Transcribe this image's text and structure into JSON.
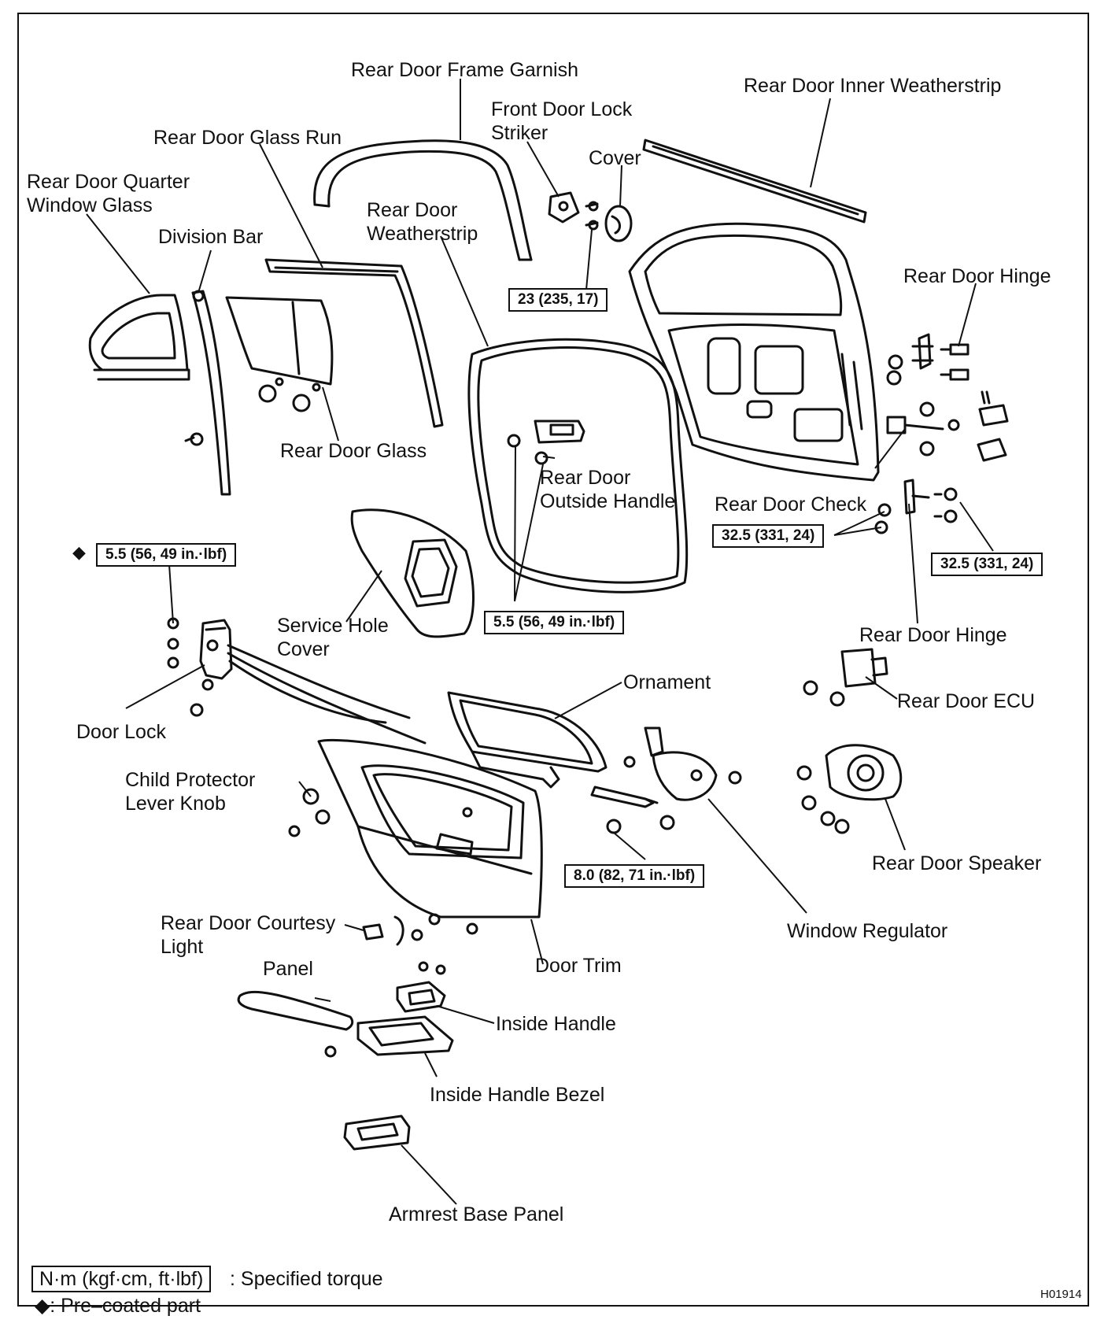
{
  "labels": {
    "frame_garnish": "Rear Door Frame Garnish",
    "inner_weatherstrip": "Rear Door Inner Weatherstrip",
    "front_door_lock_striker_l1": "Front Door Lock",
    "front_door_lock_striker_l2": "Striker",
    "cover": "Cover",
    "glass_run": "Rear Door Glass Run",
    "quarter_glass_l1": "Rear Door Quarter",
    "quarter_glass_l2": "Window Glass",
    "weatherstrip_l1": "Rear Door",
    "weatherstrip_l2": "Weatherstrip",
    "division_bar": "Division Bar",
    "hinge_upper": "Rear Door Hinge",
    "rear_door_glass": "Rear Door Glass",
    "outside_handle_l1": "Rear Door",
    "outside_handle_l2": "Outside Handle",
    "door_check": "Rear Door Check",
    "service_hole_l1": "Service Hole",
    "service_hole_l2": "Cover",
    "hinge_lower": "Rear Door Hinge",
    "door_lock": "Door Lock",
    "ornament": "Ornament",
    "ecu": "Rear Door ECU",
    "child_protector_l1": "Child Protector",
    "child_protector_l2": "Lever Knob",
    "speaker": "Rear Door Speaker",
    "window_regulator": "Window Regulator",
    "courtesy_light_l1": "Rear Door Courtesy",
    "courtesy_light_l2": "Light",
    "door_trim": "Door Trim",
    "panel": "Panel",
    "inside_handle": "Inside Handle",
    "inside_handle_bezel": "Inside Handle Bezel",
    "armrest_base_panel": "Armrest Base Panel"
  },
  "torque_specs": {
    "striker": "23 (235, 17)",
    "door_lock": "5.5 (56, 49 in.·lbf)",
    "outside_handle": "5.5 (56, 49 in.·lbf)",
    "check": "32.5 (331, 24)",
    "hinge": "32.5 (331, 24)",
    "regulator": "8.0 (82, 71 in.·lbf)"
  },
  "precoated_mark": "◆",
  "legend": {
    "torque_box": "N·m (kgf·cm, ft·lbf)",
    "torque_text": ": Specified torque",
    "precoated_text": "◆: Pre–coated part"
  },
  "figure_id": "H01914"
}
